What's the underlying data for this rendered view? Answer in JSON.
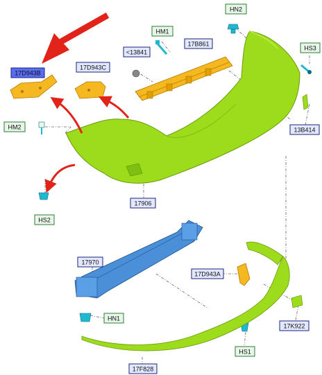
{
  "colors": {
    "green_box_border": "#2e7d32",
    "green_box_fill": "#e8f5e9",
    "blue_box_border": "#1a237e",
    "blue_box_fill": "#e3e8ff",
    "highlight_fill": "#5a6cf0",
    "arrow_red": "#e2231a",
    "bumper_green": "#9ddc1a",
    "bracket_yellow": "#f5b820",
    "beam_blue": "#4a90d9",
    "clip_cyan": "#1fb8d0"
  },
  "labels": {
    "hn2": "HN2",
    "hm1": "HM1",
    "c13841": "<13841",
    "p17b861": "17B861",
    "hs3": "HS3",
    "p17d943b": "17D943B",
    "p17d943c": "17D943C",
    "hm2": "HM2",
    "p13b414": "13B414",
    "p17906": "17906",
    "hs2": "HS2",
    "p17970": "17970",
    "p17d943a": "17D943A",
    "hn1": "HN1",
    "p17k922": "17K922",
    "hs1": "HS1",
    "p17f828": "17F828"
  },
  "icons": {
    "selection_arrow": "red-arrow-icon",
    "removal_arrows": "curved-red-arrow-icon"
  }
}
